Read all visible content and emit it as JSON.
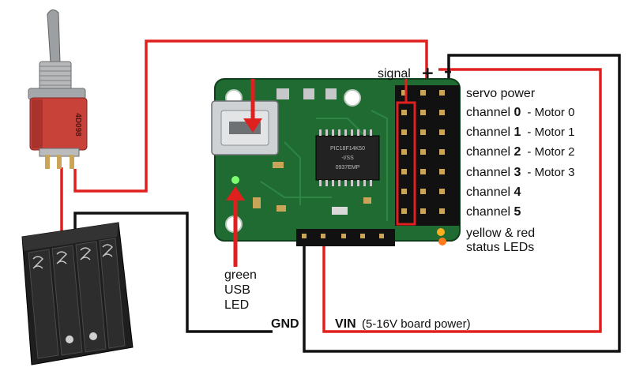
{
  "labels": {
    "signal": "signal",
    "plus": "+",
    "minus": "–",
    "servo_power": "servo power",
    "green_usb_led": [
      "green",
      "USB",
      "LED"
    ],
    "gnd": "GND",
    "vin": "VIN",
    "vin_note": "(5-16V board power)",
    "status_leds": [
      "yellow & red",
      "status LEDs"
    ]
  },
  "channels": [
    {
      "prefix": "channel ",
      "num": "0",
      "motor": "- Motor 0"
    },
    {
      "prefix": "channel ",
      "num": "1",
      "motor": "- Motor 1"
    },
    {
      "prefix": "channel ",
      "num": "2",
      "motor": "- Motor 2"
    },
    {
      "prefix": "channel ",
      "num": "3",
      "motor": "- Motor 3"
    },
    {
      "prefix": "channel ",
      "num": "4",
      "motor": ""
    },
    {
      "prefix": "channel ",
      "num": "5",
      "motor": ""
    }
  ],
  "board": {
    "chip_text": [
      "PIC18F14K50",
      "-I/SS",
      "0937EMP"
    ],
    "switch_text": "4D098"
  },
  "colors": {
    "wire_red": "#e0201e",
    "wire_black": "#111111",
    "pcb_green": "#1f6b32",
    "switch_red": "#c8423a",
    "led_green": "#7dff70",
    "led_orange": "#ff7a1a"
  },
  "icons": [
    "toggle-switch-icon",
    "battery-holder-icon",
    "servo-controller-board-icon",
    "usb-connector-icon"
  ]
}
